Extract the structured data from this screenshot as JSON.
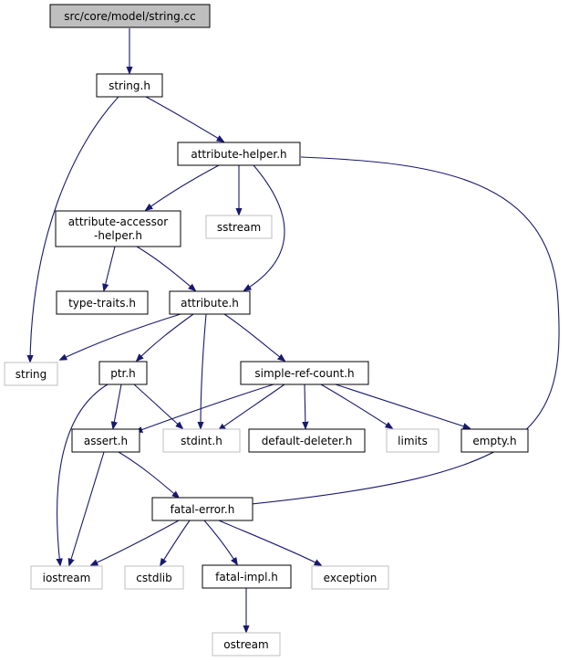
{
  "colors": {
    "edge": "#191970",
    "root_fill": "#bfbfbf",
    "root_stroke": "#000000",
    "project_stroke": "#000000",
    "external_stroke": "#bfbfbf"
  },
  "nodes": {
    "root": {
      "label": "src/core/model/string.cc",
      "kind": "root"
    },
    "string_h": {
      "label": "string.h",
      "kind": "project"
    },
    "attribute_helper_h": {
      "label": "attribute-helper.h",
      "kind": "project"
    },
    "attribute_accessor_helper_h": {
      "label_line1": "attribute-accessor",
      "label_line2": "-helper.h",
      "kind": "project"
    },
    "sstream": {
      "label": "sstream",
      "kind": "external"
    },
    "type_traits_h": {
      "label": "type-traits.h",
      "kind": "project"
    },
    "attribute_h": {
      "label": "attribute.h",
      "kind": "project"
    },
    "string": {
      "label": "string",
      "kind": "external"
    },
    "ptr_h": {
      "label": "ptr.h",
      "kind": "project"
    },
    "simple_ref_count_h": {
      "label": "simple-ref-count.h",
      "kind": "project"
    },
    "assert_h": {
      "label": "assert.h",
      "kind": "project"
    },
    "stdint_h": {
      "label": "stdint.h",
      "kind": "external"
    },
    "default_deleter_h": {
      "label": "default-deleter.h",
      "kind": "project"
    },
    "limits": {
      "label": "limits",
      "kind": "external"
    },
    "empty_h": {
      "label": "empty.h",
      "kind": "project"
    },
    "fatal_error_h": {
      "label": "fatal-error.h",
      "kind": "project"
    },
    "iostream": {
      "label": "iostream",
      "kind": "external"
    },
    "cstdlib": {
      "label": "cstdlib",
      "kind": "external"
    },
    "fatal_impl_h": {
      "label": "fatal-impl.h",
      "kind": "project"
    },
    "exception": {
      "label": "exception",
      "kind": "external"
    },
    "ostream": {
      "label": "ostream",
      "kind": "external"
    }
  }
}
